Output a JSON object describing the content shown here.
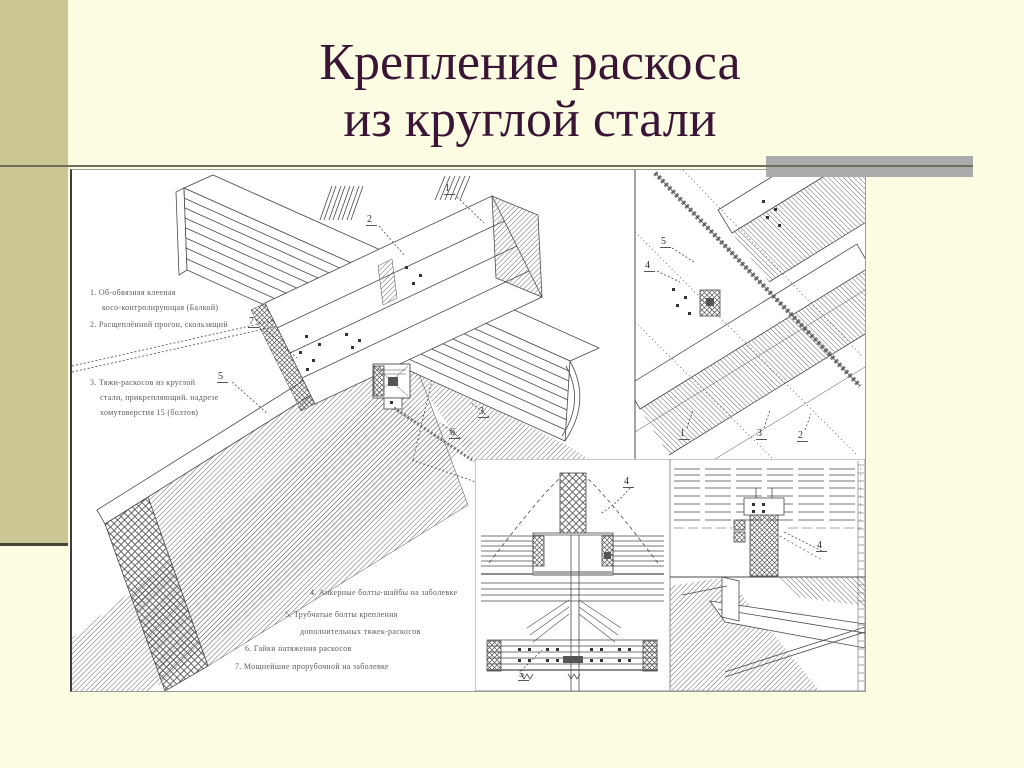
{
  "slide": {
    "title_line1": "Крепление раскоса",
    "title_line2": "из круглой стали",
    "colors": {
      "background": "#fcfce3",
      "sidebar_bar": "#cbc795",
      "title_text": "#3a1535",
      "accent_bar": "#ababab",
      "rule_line": "#6e6e5c",
      "figure_background": "#ffffff",
      "drawing_ink": "#4a4a4a"
    }
  },
  "figure": {
    "legend": [
      "1. Об-обвязная клееная",
      "косо-контролирующая (Балкой)",
      "2. Расщеплённой прогон, скользящий",
      "3. Тяжи-раскосов из круглой",
      "стали, прикрепляющий. надрезе",
      "хомутоверстия 15 (болтов)",
      "4. Анкерные болты-шайбы на заболевке",
      "5. Трубчатые болты крепления",
      "дополнительных тяжек-раскосов",
      "6. Гайки натяжения раскосов",
      "7. Мощнейшие прорубочной на заболевке"
    ],
    "callouts": [
      "1",
      "2",
      "7",
      "5",
      "3",
      "6",
      "5",
      "4",
      "1",
      "3",
      "2",
      "4",
      "5",
      "4"
    ]
  }
}
